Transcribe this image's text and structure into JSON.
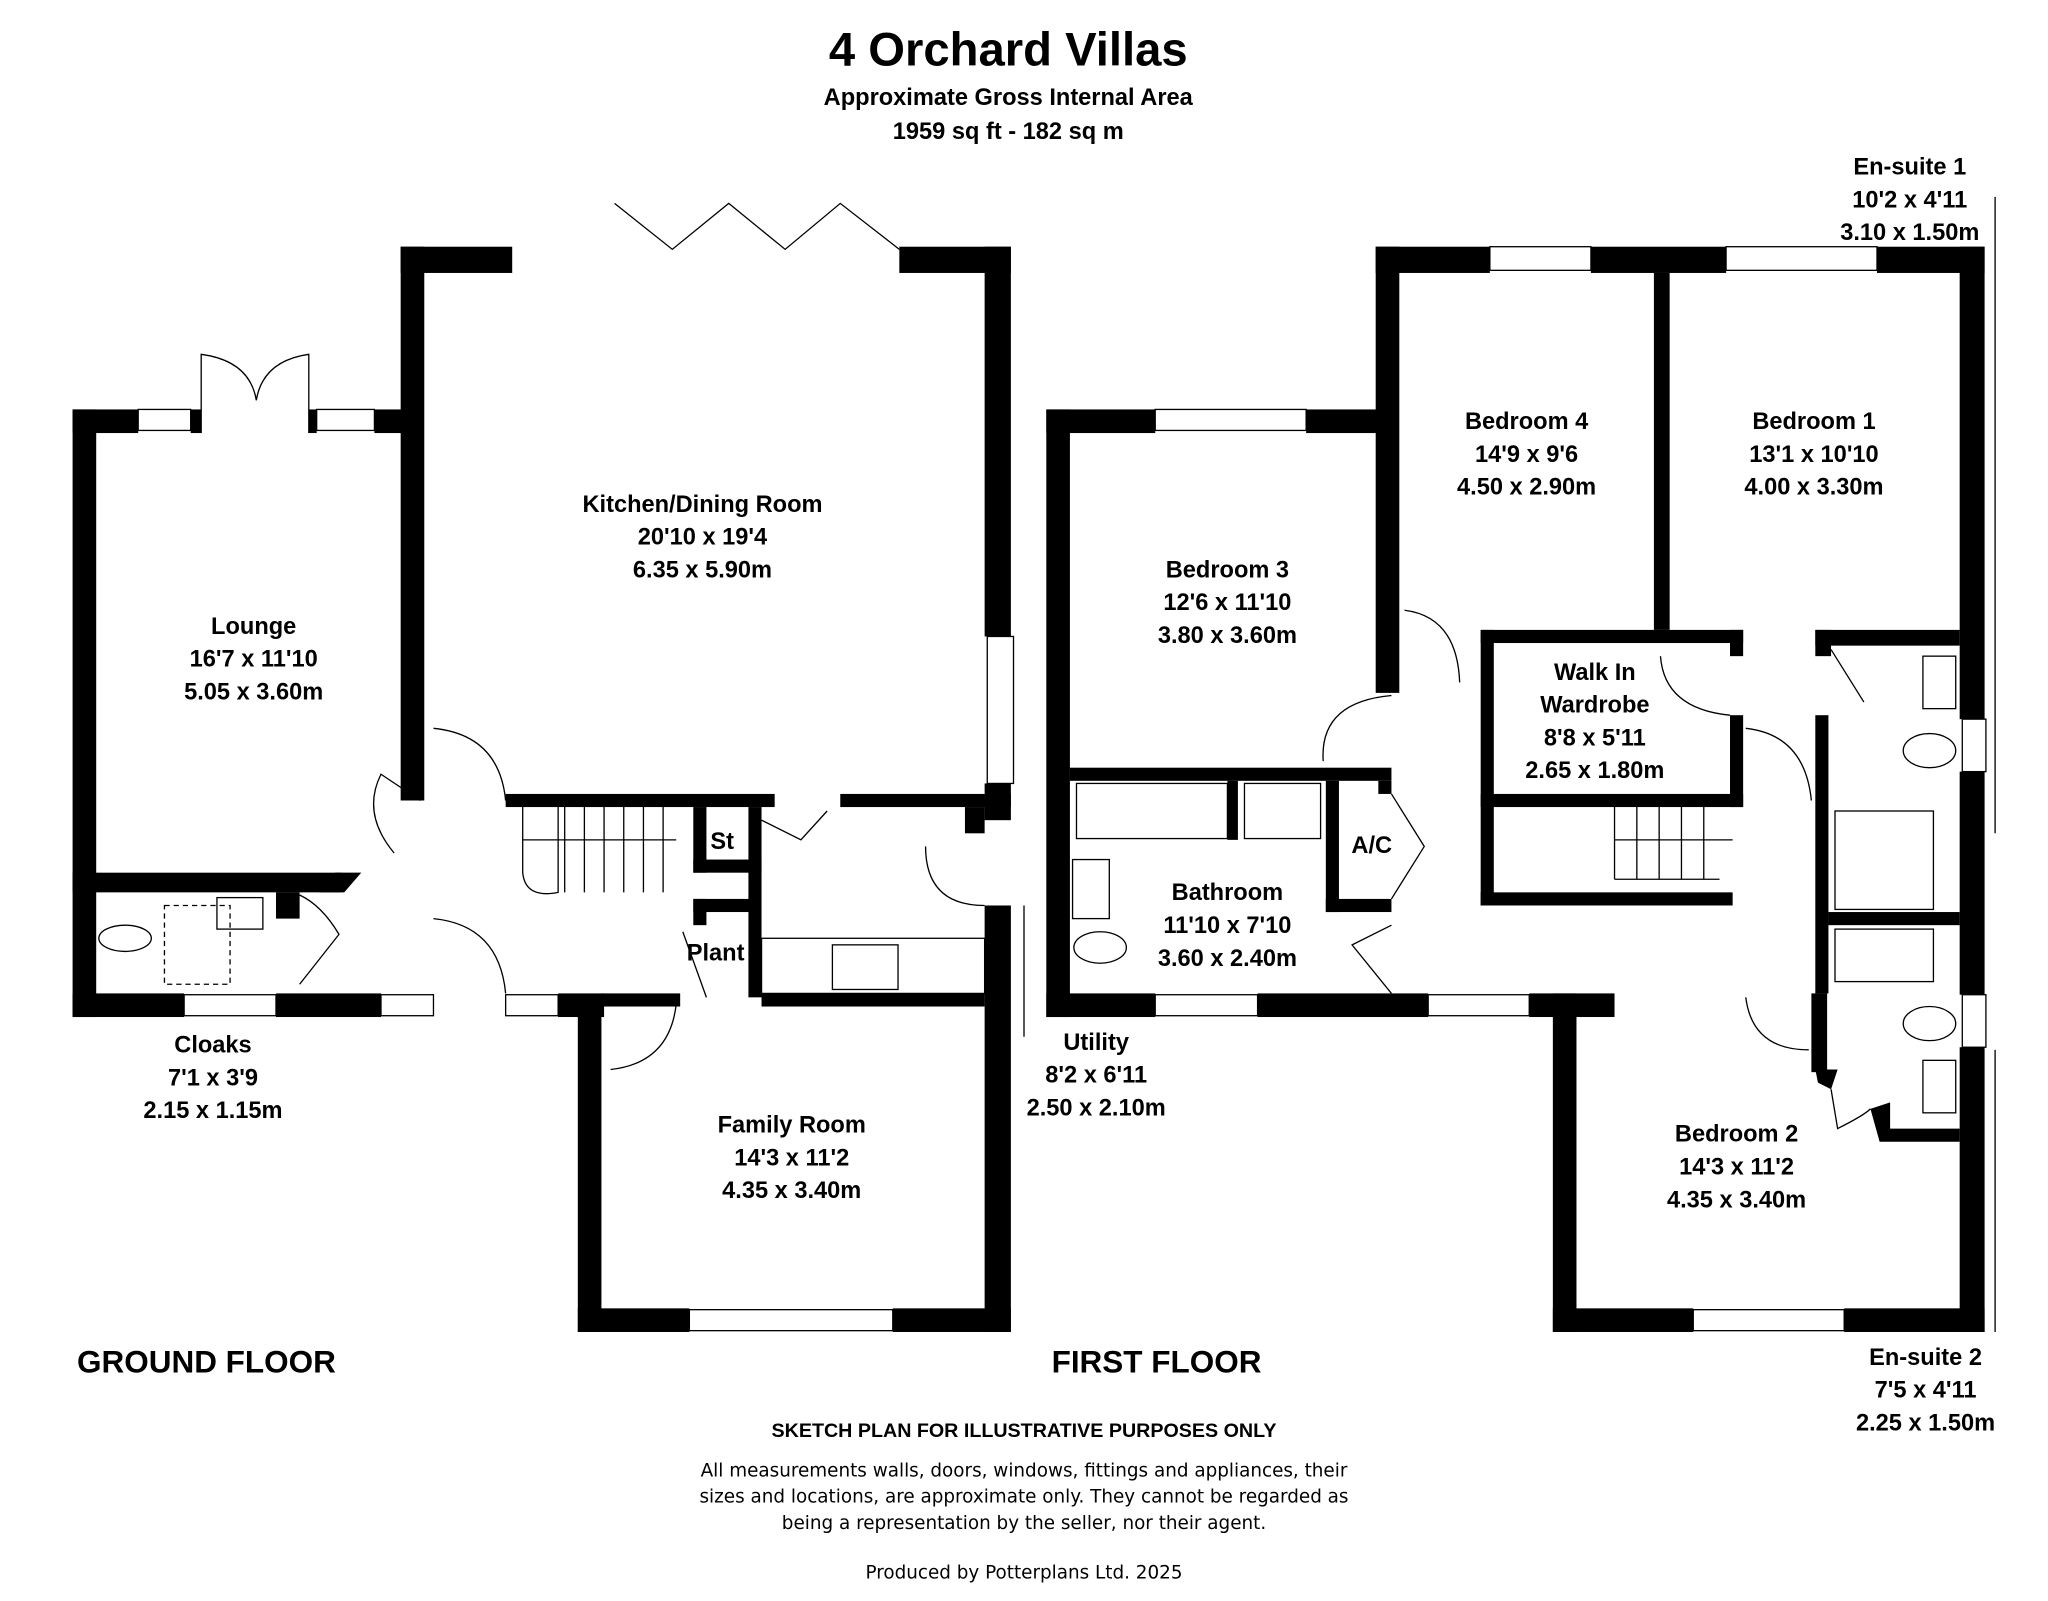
{
  "title": "4 Orchard Villas",
  "subtitle": "Approximate Gross Internal Area",
  "area": "1959 sq ft - 182 sq m",
  "ground_floor": {
    "label": "GROUND FLOOR",
    "rooms": [
      {
        "name": "Kitchen/Dining Room",
        "imperial": "20'10 x 19'4",
        "metric": "6.35 x 5.90m"
      },
      {
        "name": "Lounge",
        "imperial": "16'7 x 11'10",
        "metric": "5.05 x 3.60m"
      },
      {
        "name": "Cloaks",
        "imperial": "7'1 x 3'9",
        "metric": "2.15 x 1.15m"
      },
      {
        "name": "Family Room",
        "imperial": "14'3 x 11'2",
        "metric": "4.35 x 3.40m"
      },
      {
        "name": "Utility",
        "imperial": "8'2 x 6'11",
        "metric": "2.50 x 2.10m"
      },
      {
        "name": "St"
      },
      {
        "name": "Plant"
      }
    ]
  },
  "first_floor": {
    "label": "FIRST FLOOR",
    "rooms": [
      {
        "name": "Bedroom 4",
        "imperial": "14'9 x 9'6",
        "metric": "4.50 x 2.90m"
      },
      {
        "name": "Bedroom 1",
        "imperial": "13'1 x 10'10",
        "metric": "4.00 x 3.30m"
      },
      {
        "name": "Bedroom 3",
        "imperial": "12'6 x 11'10",
        "metric": "3.80 x 3.60m"
      },
      {
        "name": "Walk In",
        "name2": "Wardrobe",
        "imperial": "8'8 x 5'11",
        "metric": "2.65 x 1.80m"
      },
      {
        "name": "Bathroom",
        "imperial": "11'10 x 7'10",
        "metric": "3.60 x 2.40m"
      },
      {
        "name": "Bedroom 2",
        "imperial": "14'3 x 11'2",
        "metric": "4.35 x 3.40m"
      },
      {
        "name": "En-suite 1",
        "imperial": "10'2 x 4'11",
        "metric": "3.10 x 1.50m"
      },
      {
        "name": "En-suite 2",
        "imperial": "7'5 x 4'11",
        "metric": "2.25 x 1.50m"
      },
      {
        "name": "A/C"
      }
    ]
  },
  "disclaimer": {
    "heading": "SKETCH PLAN FOR ILLUSTRATIVE PURPOSES ONLY",
    "line1": "All measurements walls, doors, windows, fittings and appliances, their",
    "line2": "sizes and locations, are approximate only. They cannot be regarded as",
    "line3": "being a representation by the seller, nor their agent."
  },
  "credit": "Produced by Potterplans Ltd. 2025"
}
